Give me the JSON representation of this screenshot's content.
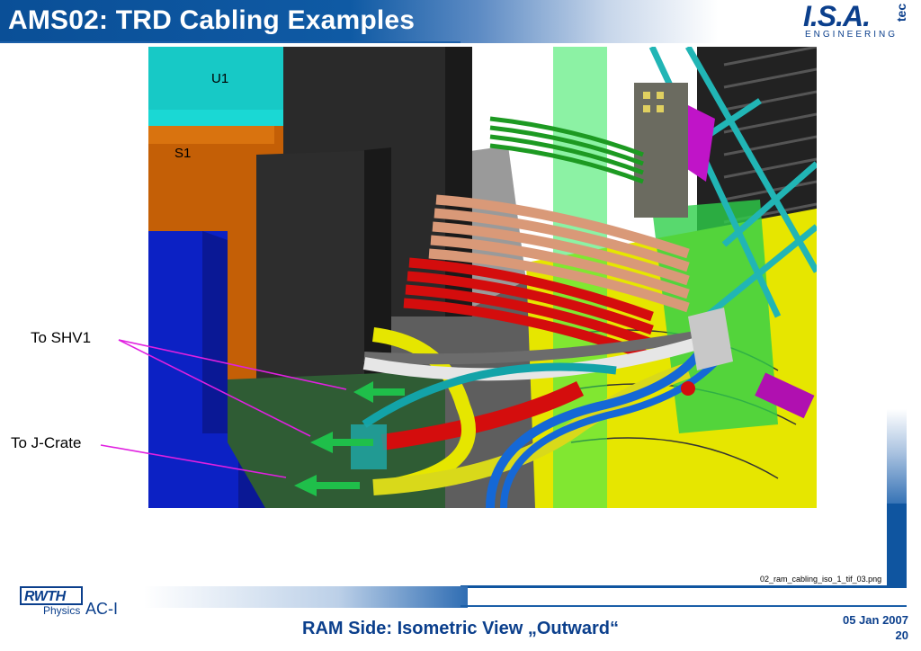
{
  "header": {
    "title": "AMS02: TRD Cabling Examples"
  },
  "logo": {
    "main": "I.S.A.",
    "suffix": "tec",
    "tagline": "ENGINEERING"
  },
  "figure": {
    "labels": {
      "u1": "U1",
      "s1": "S1"
    },
    "callouts": {
      "shv": "To SHV1",
      "jcrate": "To J-Crate"
    },
    "filename": "02_ram_cabling_iso_1_tif_03.png",
    "callout_color": "#e020e0"
  },
  "footer": {
    "institution_logo": "RWTH",
    "institution_dept": "Physics",
    "institution_group": "AC-I",
    "subtitle": "RAM Side: Isometric View „Outward“",
    "date": "05 Jan 2007",
    "page": "20"
  },
  "colors": {
    "brand_blue": "#0f55a0",
    "title_text": "#ffffff",
    "footer_text": "#0b3f8c"
  }
}
